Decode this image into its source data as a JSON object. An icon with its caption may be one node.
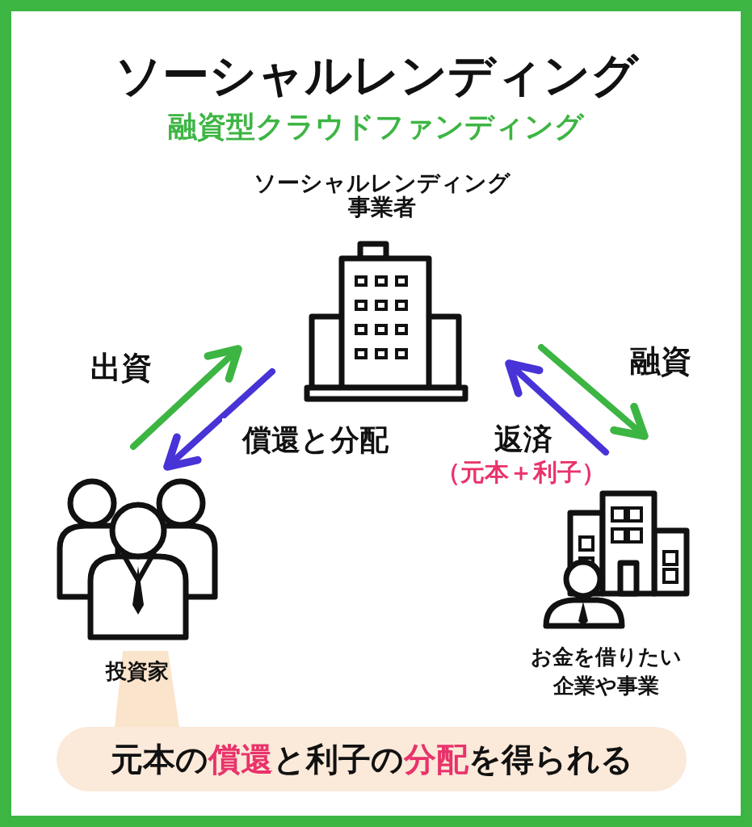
{
  "diagram": {
    "title": "ソーシャルレンディング",
    "nodes": [
      {
        "text": [
          "ソーシャルレンディング事業者"
        ]
      },
      {
        "text": [
          "投資家"
        ]
      },
      {
        "text": [
          "お金を借りたい企業や事業"
        ]
      },
      {
        "text": [
          "元本の**償還**と利子の**分配**を得られる"
        ]
      }
    ],
    "edges": [
      {
        "from": 1,
        "to": 0,
        "arrow": "to",
        "label": "出資",
        "color": "#3db543"
      },
      {
        "from": 0,
        "to": 1,
        "arrow": "to",
        "label": "償還と分配",
        "color": "#4733d6"
      },
      {
        "from": 0,
        "to": 2,
        "arrow": "to",
        "label": "融資",
        "color": "#3db543"
      },
      {
        "from": 2,
        "to": 0,
        "arrow": "to",
        "label": "返済",
        "color": "#4733d6"
      }
    ],
    "labels": [
      "融資型クラウドファンディング",
      "（元本＋利子）"
    ]
  }
}
